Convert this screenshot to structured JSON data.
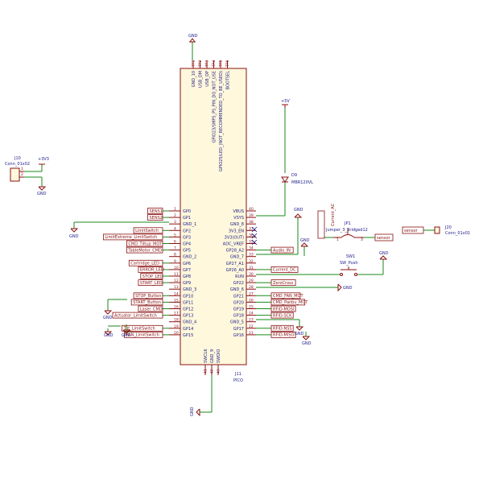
{
  "mcu": {
    "ref": "J11",
    "value": "PICO",
    "left_pins": [
      {
        "num": "1",
        "name": "GP0"
      },
      {
        "num": "2",
        "name": "GP1"
      },
      {
        "num": "3",
        "name": "GND_1"
      },
      {
        "num": "4",
        "name": "GP2"
      },
      {
        "num": "5",
        "name": "GP3"
      },
      {
        "num": "6",
        "name": "GP4"
      },
      {
        "num": "7",
        "name": "GP5"
      },
      {
        "num": "8",
        "name": "GND_2"
      },
      {
        "num": "9",
        "name": "GP6"
      },
      {
        "num": "10",
        "name": "GP7"
      },
      {
        "num": "11",
        "name": "GP8"
      },
      {
        "num": "12",
        "name": "GP9"
      },
      {
        "num": "13",
        "name": "GND_3"
      },
      {
        "num": "14",
        "name": "GP10"
      },
      {
        "num": "15",
        "name": "GP11"
      },
      {
        "num": "16",
        "name": "GP12"
      },
      {
        "num": "17",
        "name": "GP13"
      },
      {
        "num": "18",
        "name": "GND_4"
      },
      {
        "num": "19",
        "name": "GP14"
      },
      {
        "num": "20",
        "name": "GP15"
      }
    ],
    "right_pins": [
      {
        "num": "40",
        "name": "VBUS"
      },
      {
        "num": "39",
        "name": "VSYS"
      },
      {
        "num": "38",
        "name": "GND_8"
      },
      {
        "num": "37",
        "name": "3V3_EN"
      },
      {
        "num": "36",
        "name": "3V3(OUT)"
      },
      {
        "num": "35",
        "name": "ADC_VREF"
      },
      {
        "num": "34",
        "name": "GP28_A2"
      },
      {
        "num": "33",
        "name": "GND_7"
      },
      {
        "num": "32",
        "name": "GP27_A1"
      },
      {
        "num": "31",
        "name": "GP26_A0"
      },
      {
        "num": "30",
        "name": "RUN"
      },
      {
        "num": "29",
        "name": "GP22"
      },
      {
        "num": "28",
        "name": "GND_6"
      },
      {
        "num": "27",
        "name": "GP21"
      },
      {
        "num": "26",
        "name": "GP20"
      },
      {
        "num": "25",
        "name": "GP19"
      },
      {
        "num": "24",
        "name": "GP18"
      },
      {
        "num": "23",
        "name": "GND_5"
      },
      {
        "num": "22",
        "name": "GP17"
      },
      {
        "num": "21",
        "name": "GP16"
      }
    ],
    "top_pins": [
      {
        "num": "TP1",
        "name": "GND_10"
      },
      {
        "num": "TP2",
        "name": "USB_DM"
      },
      {
        "num": "TP3",
        "name": "USB_DP"
      },
      {
        "num": "TP4",
        "name": "GPIO23/SMPS_PS_PIN_DO_NOT_USE"
      },
      {
        "num": "TP5",
        "name": "GPIO25/LED_(NOT_RECOMMENDED_TO_BE_USED)"
      },
      {
        "num": "TP6",
        "name": "BOOTSEL"
      }
    ],
    "bottom_pins": [
      {
        "num": "41",
        "name": "SWCLK"
      },
      {
        "num": "42",
        "name": "GND_9"
      },
      {
        "num": "43",
        "name": "SWDIO"
      }
    ]
  },
  "left_labels": [
    "SENS1",
    "SENS2",
    "LimitSwitch",
    "LimitExtreme_LimitSwitch",
    "CMD_Tiltup_MOT",
    "TableMotor_CMD",
    "Cartridge_LED",
    "ERROR_LED",
    "STOP_LED",
    "START_LED",
    "STOP_Button",
    "START_Button",
    "Laser_CMD",
    "Actuator_LimitSwitch",
    "Tilt_LimitSwitch",
    "PAN_LimitSwitch"
  ],
  "right_labels": [
    "Audio_IN",
    "Current_DC",
    "ZeroCross",
    "CMD_FAN_MOT",
    "CMD_Panbu_MOT",
    "RFID-MOSI",
    "RFID-SCK",
    "RFID-NSS",
    "RFID-MISO"
  ],
  "power": {
    "gnd": "GND",
    "p5v": "+5V",
    "p3v3": "+3V3"
  },
  "j10": {
    "ref": "J10",
    "value": "Conn_01x02"
  },
  "d9": {
    "ref": "D9",
    "value": "MBR120VL"
  },
  "jp1": {
    "ref": "JP1",
    "value": "Jumper_3_Bridged12",
    "pin1": "1",
    "pin3": "3",
    "left_label": "Current_AC",
    "right_label": "sensor"
  },
  "sw1": {
    "ref": "SW1",
    "value": "SW_Push"
  },
  "j20": {
    "ref": "J20",
    "value": "Conn_01x01",
    "label": "sensor"
  },
  "colors": {
    "wire": "#1a8a1a",
    "part": "#8a1010",
    "body_fill": "#fff8dc",
    "text": "#1a1a8a"
  }
}
